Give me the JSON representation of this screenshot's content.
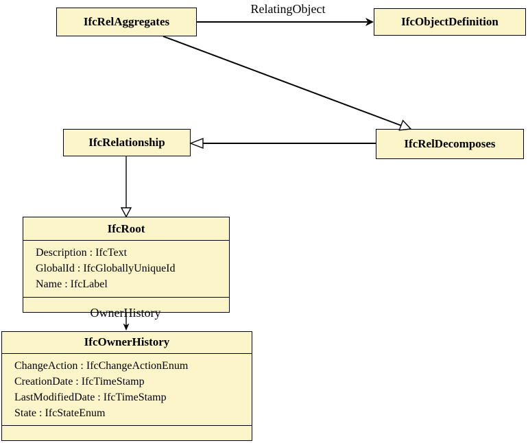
{
  "diagram": {
    "type": "uml-class-diagram",
    "classes": [
      {
        "id": "ifc-rel-aggregates",
        "title": "IfcRelAggregates",
        "attributes": []
      },
      {
        "id": "ifc-object-definition",
        "title": "IfcObjectDefinition",
        "attributes": []
      },
      {
        "id": "ifc-relationship",
        "title": "IfcRelationship",
        "attributes": []
      },
      {
        "id": "ifc-rel-decomposes",
        "title": "IfcRelDecomposes",
        "attributes": []
      },
      {
        "id": "ifc-root",
        "title": "IfcRoot",
        "attributes": [
          "Description : IfcText",
          "GlobalId : IfcGloballyUniqueId",
          "Name : IfcLabel"
        ]
      },
      {
        "id": "ifc-owner-history",
        "title": "IfcOwnerHistory",
        "attributes": [
          "ChangeAction : IfcChangeActionEnum",
          "CreationDate : IfcTimeStamp",
          "LastModifiedDate : IfcTimeStamp",
          "State : IfcStateEnum"
        ]
      }
    ],
    "edge_labels": {
      "relating_object": "RelatingObject",
      "owner_history": "OwnerHistory"
    },
    "relations": [
      {
        "from": "IfcRelAggregates",
        "to": "IfcObjectDefinition",
        "kind": "association",
        "label": "RelatingObject"
      },
      {
        "from": "IfcRelAggregates",
        "to": "IfcRelDecomposes",
        "kind": "generalization"
      },
      {
        "from": "IfcRelDecomposes",
        "to": "IfcRelationship",
        "kind": "generalization"
      },
      {
        "from": "IfcRelationship",
        "to": "IfcRoot",
        "kind": "generalization"
      },
      {
        "from": "IfcRoot",
        "to": "IfcOwnerHistory",
        "kind": "association",
        "label": "OwnerHistory"
      }
    ],
    "colors": {
      "box_fill": "#fbf5c9",
      "box_border": "#000000",
      "line": "#000000",
      "background": "#ffffff"
    }
  }
}
